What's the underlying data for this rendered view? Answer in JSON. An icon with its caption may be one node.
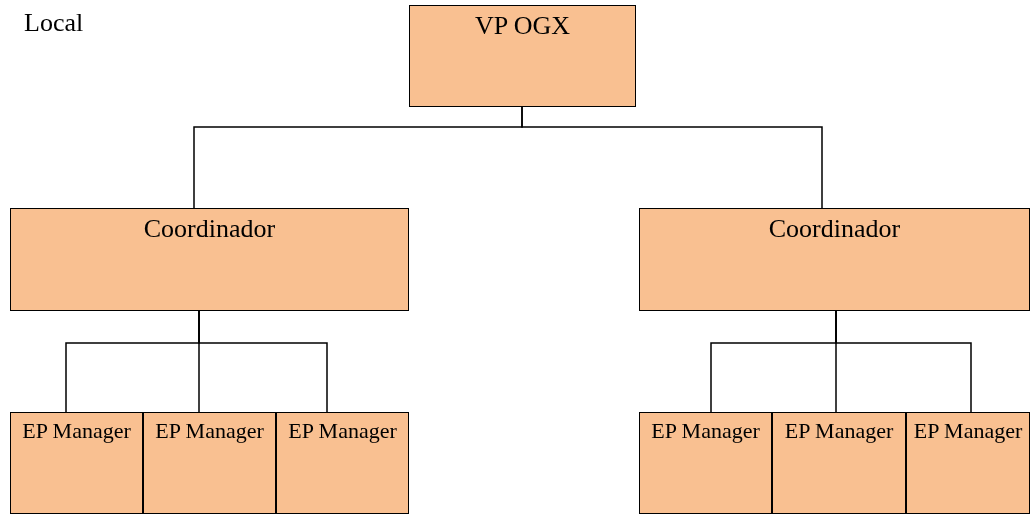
{
  "diagram": {
    "nodes": [
      {
        "text": [
          "VP OGX"
        ]
      },
      {
        "text": [
          "Coordinador"
        ]
      },
      {
        "text": [
          "Coordinador"
        ]
      },
      {
        "text": [
          "EP Manager"
        ]
      },
      {
        "text": [
          "EP Manager"
        ]
      },
      {
        "text": [
          "EP Manager"
        ]
      },
      {
        "text": [
          "EP Manager"
        ]
      },
      {
        "text": [
          "EP Manager"
        ]
      },
      {
        "text": [
          "EP Manager"
        ]
      }
    ],
    "edges": [
      {
        "from": 0,
        "to": 1,
        "arrow": "none"
      },
      {
        "from": 0,
        "to": 2,
        "arrow": "none"
      },
      {
        "from": 1,
        "to": 3,
        "arrow": "none"
      },
      {
        "from": 1,
        "to": 4,
        "arrow": "none"
      },
      {
        "from": 1,
        "to": 5,
        "arrow": "none"
      },
      {
        "from": 2,
        "to": 6,
        "arrow": "none"
      },
      {
        "from": 2,
        "to": 7,
        "arrow": "none"
      },
      {
        "from": 2,
        "to": 8,
        "arrow": "none"
      }
    ],
    "labels": [
      "Local"
    ]
  }
}
